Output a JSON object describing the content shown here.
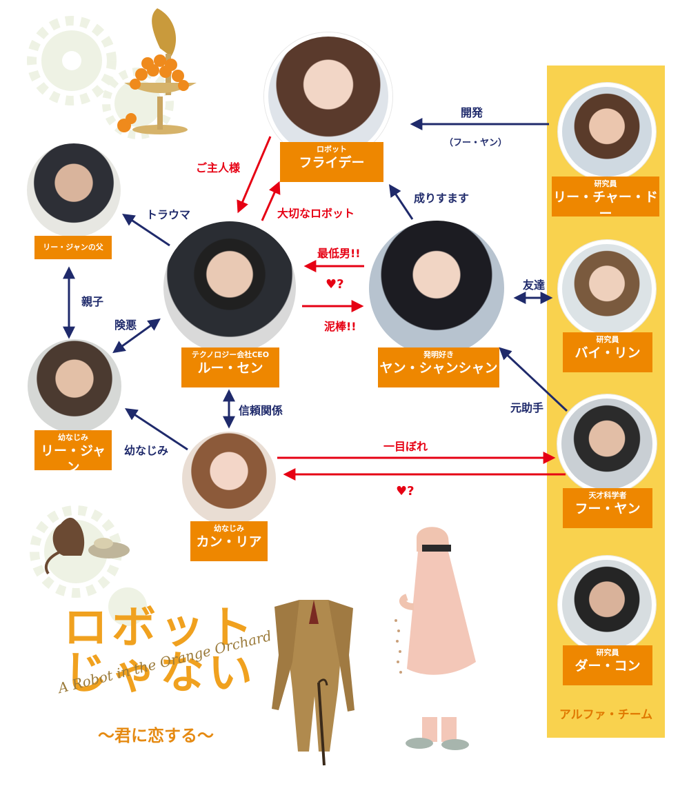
{
  "characters": {
    "friday": {
      "role": "ロボット",
      "name": "フライデー"
    },
    "lusen": {
      "role": "テクノロジー会社CEO",
      "name": "ルー・セン"
    },
    "yang": {
      "role": "発明好き",
      "name": "ヤン・シャンシャン"
    },
    "father": {
      "role": "リー・ジャンの父",
      "name": ""
    },
    "lijiang": {
      "role": "幼なじみ",
      "name": "リー・ジャン"
    },
    "kanglia": {
      "role": "幼なじみ",
      "name": "カン・リア"
    },
    "lichado": {
      "role": "研究員",
      "name": "リー・チャー・ドー"
    },
    "bailin": {
      "role": "研究員",
      "name": "バイ・リン"
    },
    "fuyan": {
      "role": "天才科学者",
      "name": "フー・ヤン"
    },
    "dakon": {
      "role": "研究員",
      "name": "ダー・コン"
    }
  },
  "team": {
    "name": "アルファ・チーム"
  },
  "relations": {
    "develop": "開発",
    "develop_note": "（フー・ヤン）",
    "master": "ご主人様",
    "precious_robot": "大切なロボット",
    "impersonate": "成りすます",
    "trauma": "トラウマ",
    "parent_child": "親子",
    "hostile": "険悪",
    "worst_man": "最低男!!",
    "heart_q1": "♥?",
    "thief": "泥棒!!",
    "friend": "友達",
    "former_assistant": "元助手",
    "trust": "信頼関係",
    "childhood_friend": "幼なじみ",
    "love_at_first_sight": "一目ぼれ",
    "heart_q2": "♥?"
  },
  "title": {
    "main_line1": "ロボット",
    "main_line2": "じゃない",
    "english": "A Robot in the Orange Orchard",
    "tagline": "～君に恋する～"
  },
  "colors": {
    "orange": "#ee8700",
    "navy": "#1f2a6b",
    "red": "#e60013",
    "team_yellow": "#f9d24e"
  }
}
